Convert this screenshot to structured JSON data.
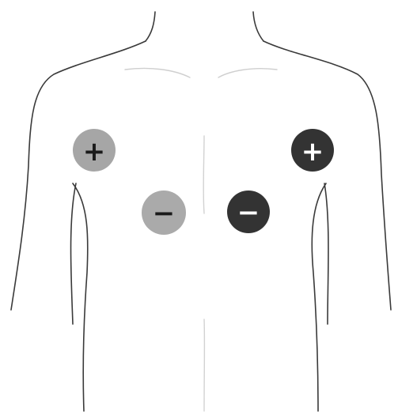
{
  "electrodes": [
    {
      "id": "left-positive",
      "sign": "+",
      "fill": "#a6a6a6",
      "sign_color": "#1a1a1a"
    },
    {
      "id": "left-negative",
      "sign": "−",
      "fill": "#aaaaaa",
      "sign_color": "#1a1a1a"
    },
    {
      "id": "right-negative",
      "sign": "−",
      "fill": "#333333",
      "sign_color": "#ffffff"
    },
    {
      "id": "right-positive",
      "sign": "+",
      "fill": "#333333",
      "sign_color": "#ffffff"
    }
  ]
}
